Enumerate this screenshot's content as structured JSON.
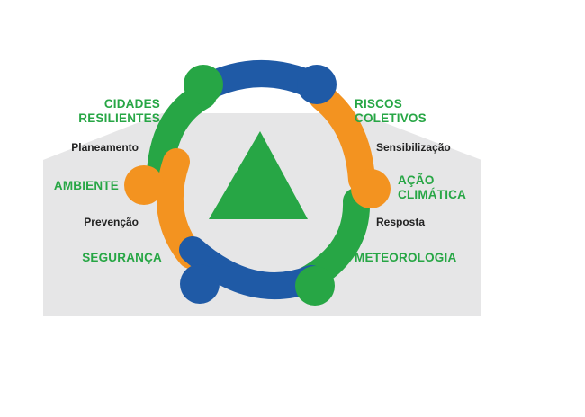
{
  "colors": {
    "green": "#27a645",
    "blue": "#1f5aa6",
    "orange": "#f39320",
    "panel": "#e6e6e7",
    "dark_text": "#222222"
  },
  "labels": {
    "cidades_l1": "CIDADES",
    "cidades_l2": "RESILIENTES",
    "riscos_l1": "RISCOS",
    "riscos_l2": "COLETIVOS",
    "planeamento": "Planeamento",
    "sensibilizacao": "Sensibilização",
    "ambiente": "AMBIENTE",
    "acao_l1": "AÇÃO",
    "acao_l2": "CLIMÁTICA",
    "prevencao": "Prevenção",
    "resposta": "Resposta",
    "seguranca": "SEGURANÇA",
    "meteorologia": "METEOROLOGIA"
  },
  "symbol": {
    "center": "triangle-icon"
  }
}
